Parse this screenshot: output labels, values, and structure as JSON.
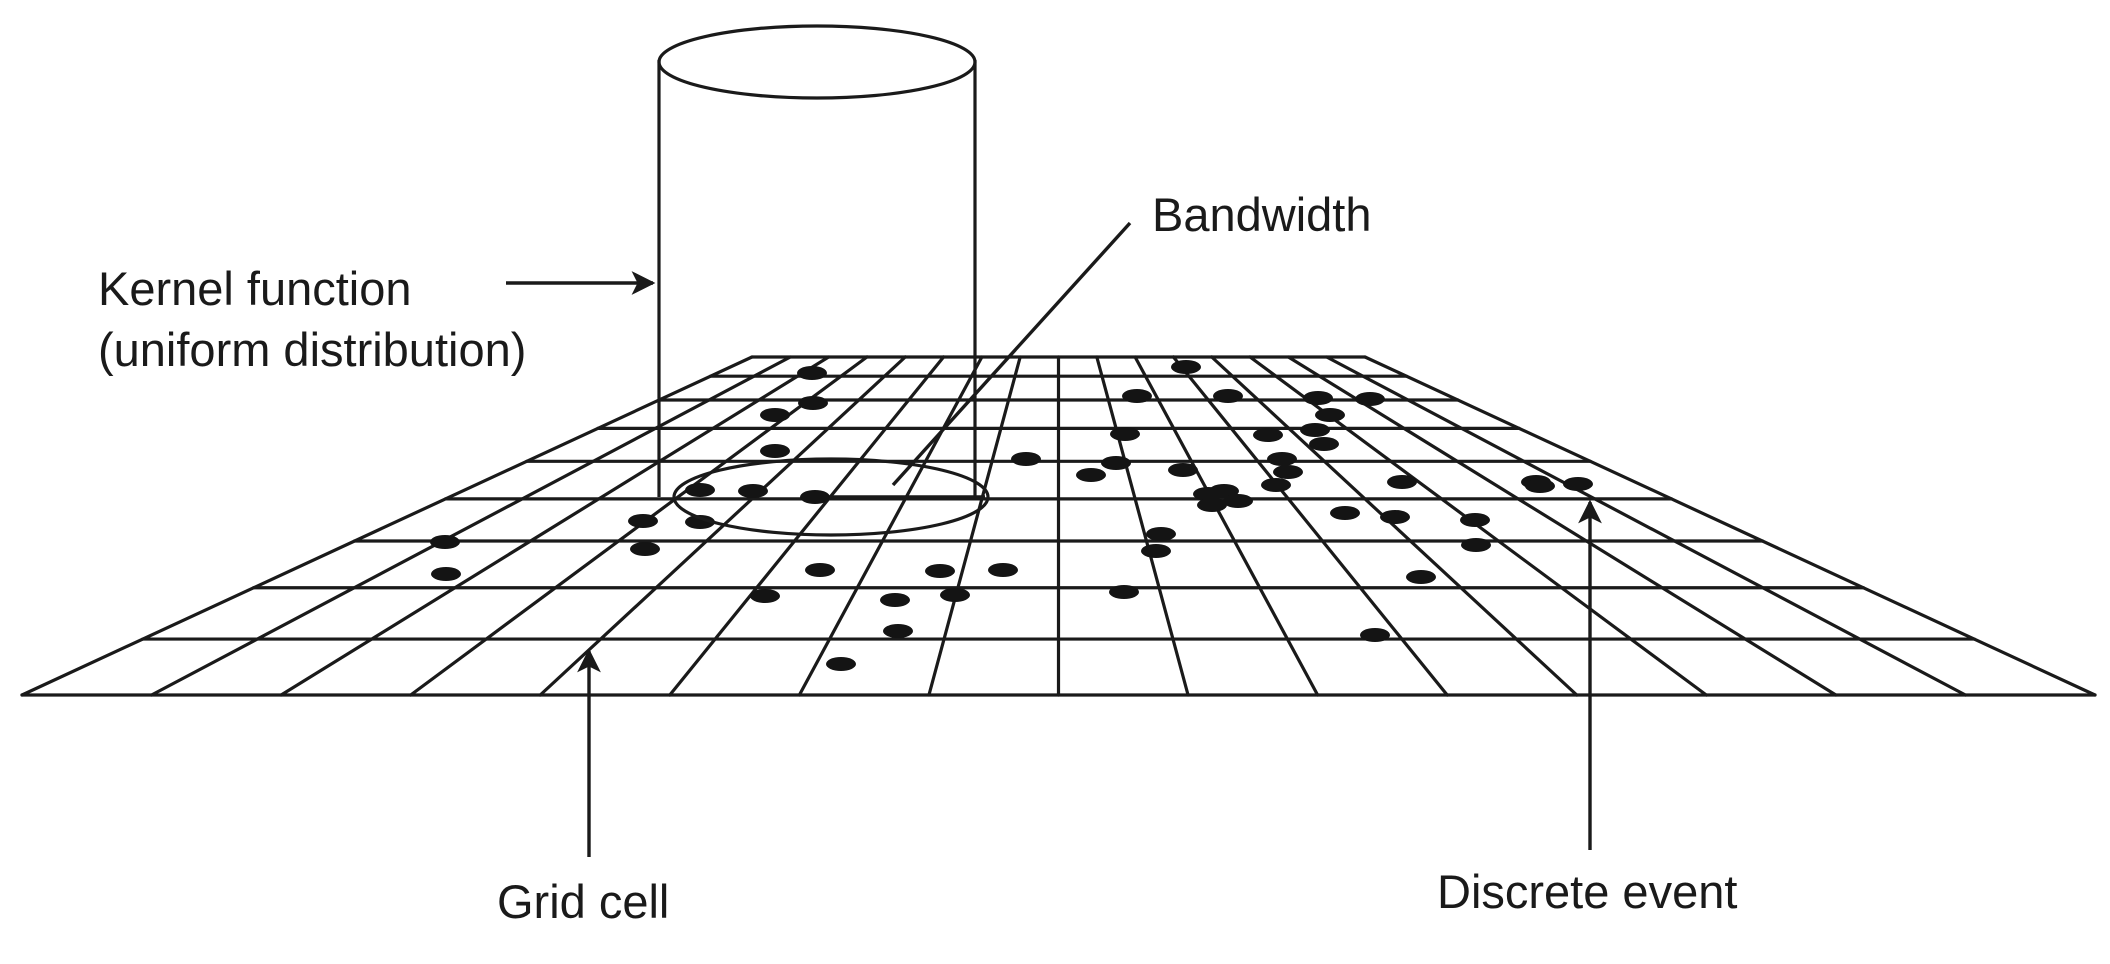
{
  "figure": {
    "labels": {
      "kernel_function_line1": "Kernel function",
      "kernel_function_line2": "(uniform distribution)",
      "bandwidth": "Bandwidth",
      "grid_cell": "Grid cell",
      "discrete_event": "Discrete event"
    },
    "grid": {
      "columns": 16,
      "rows": 9
    },
    "colors": {
      "ink": "#1a1a1a",
      "background": "#ffffff"
    }
  }
}
